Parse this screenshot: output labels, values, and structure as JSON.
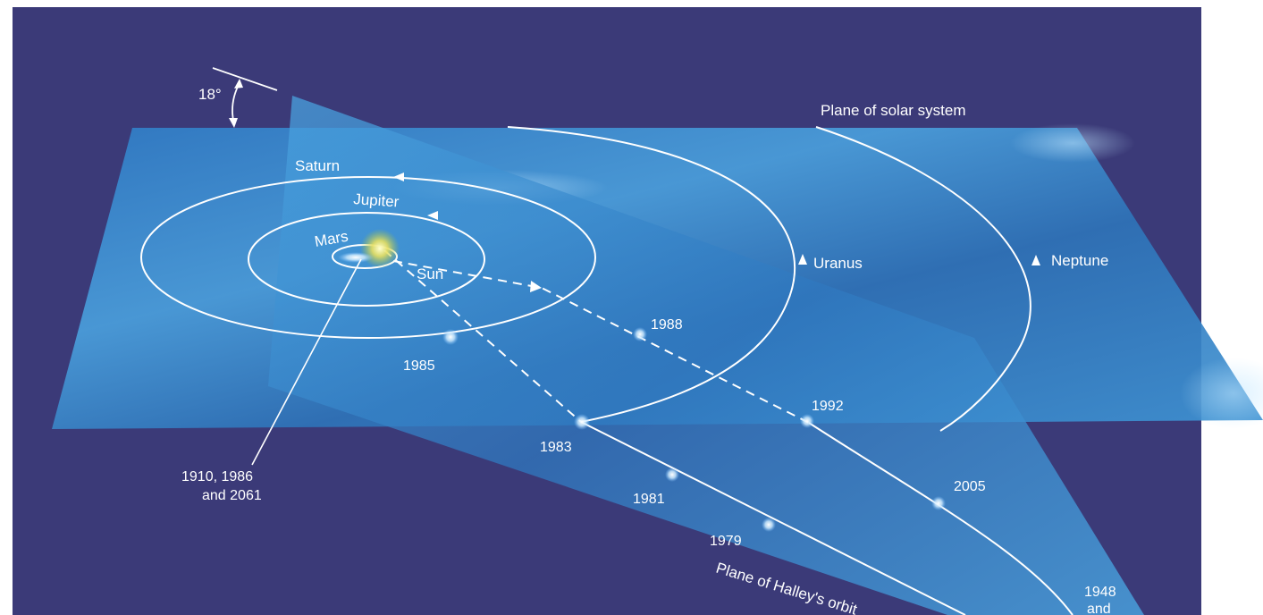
{
  "inclination_label": "18°",
  "planes": {
    "solar_system": "Plane of solar system",
    "halley": "Plane of Halley's orbit"
  },
  "planets": {
    "saturn": "Saturn",
    "jupiter": "Jupiter",
    "mars": "Mars",
    "sun": "Sun",
    "uranus": "Uranus",
    "neptune": "Neptune"
  },
  "perihelion": {
    "line1": "1910, 1986",
    "line2": "and 2061"
  },
  "comet_positions": {
    "y1985": "1985",
    "y1988": "1988",
    "y1992": "1992",
    "y1983": "1983",
    "y1981": "1981",
    "y1979": "1979",
    "y2005": "2005"
  },
  "aphelion": {
    "line1": "1948",
    "line2": "and"
  },
  "colors": {
    "background": "#3b3a78",
    "plane": "#3a8fd0",
    "orbit_line": "#ffffff"
  }
}
